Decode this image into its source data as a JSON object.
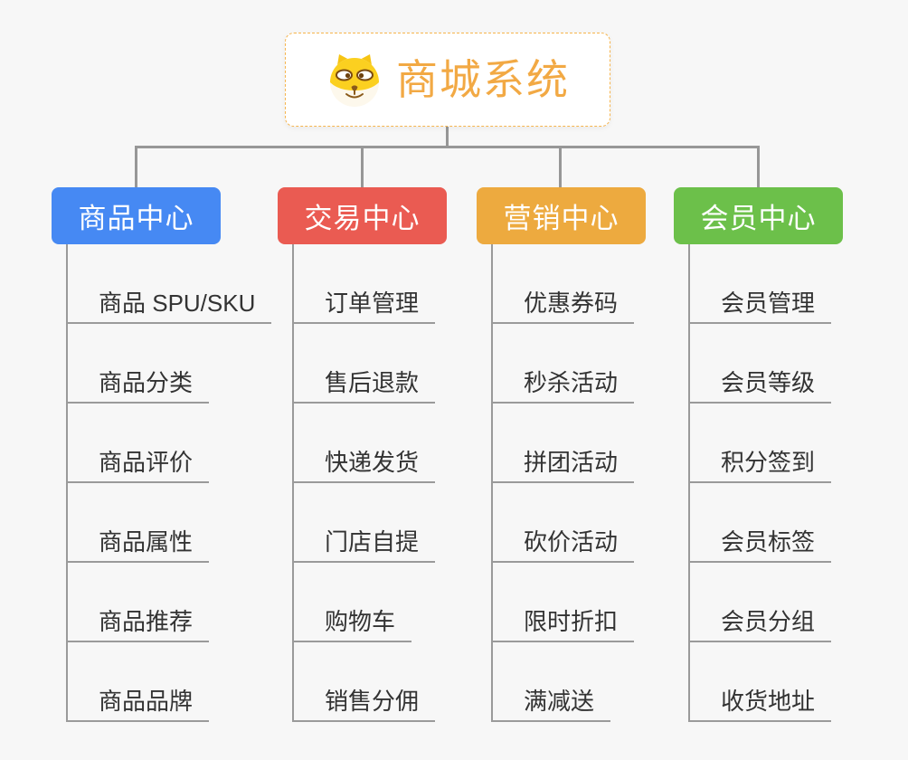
{
  "canvas": {
    "background": "#f7f7f7"
  },
  "root": {
    "title": "商城系统",
    "icon": "dog-face-icon",
    "accent_color": "#f2a944",
    "border_color": "#f6b54e",
    "background": "#ffffff"
  },
  "connectors": {
    "color": "#979797"
  },
  "branches": [
    {
      "label": "商品中心",
      "color": "#4689f3",
      "children": [
        "商品 SPU/SKU",
        "商品分类",
        "商品评价",
        "商品属性",
        "商品推荐",
        "商品品牌"
      ]
    },
    {
      "label": "交易中心",
      "color": "#ea5b52",
      "children": [
        "订单管理",
        "售后退款",
        "快递发货",
        "门店自提",
        "购物车",
        "销售分佣"
      ]
    },
    {
      "label": "营销中心",
      "color": "#edaa3f",
      "children": [
        "优惠券码",
        "秒杀活动",
        "拼团活动",
        "砍价活动",
        "限时折扣",
        "满减送"
      ]
    },
    {
      "label": "会员中心",
      "color": "#6cc04a",
      "children": [
        "会员管理",
        "会员等级",
        "积分签到",
        "会员标签",
        "会员分组",
        "收货地址"
      ]
    }
  ]
}
